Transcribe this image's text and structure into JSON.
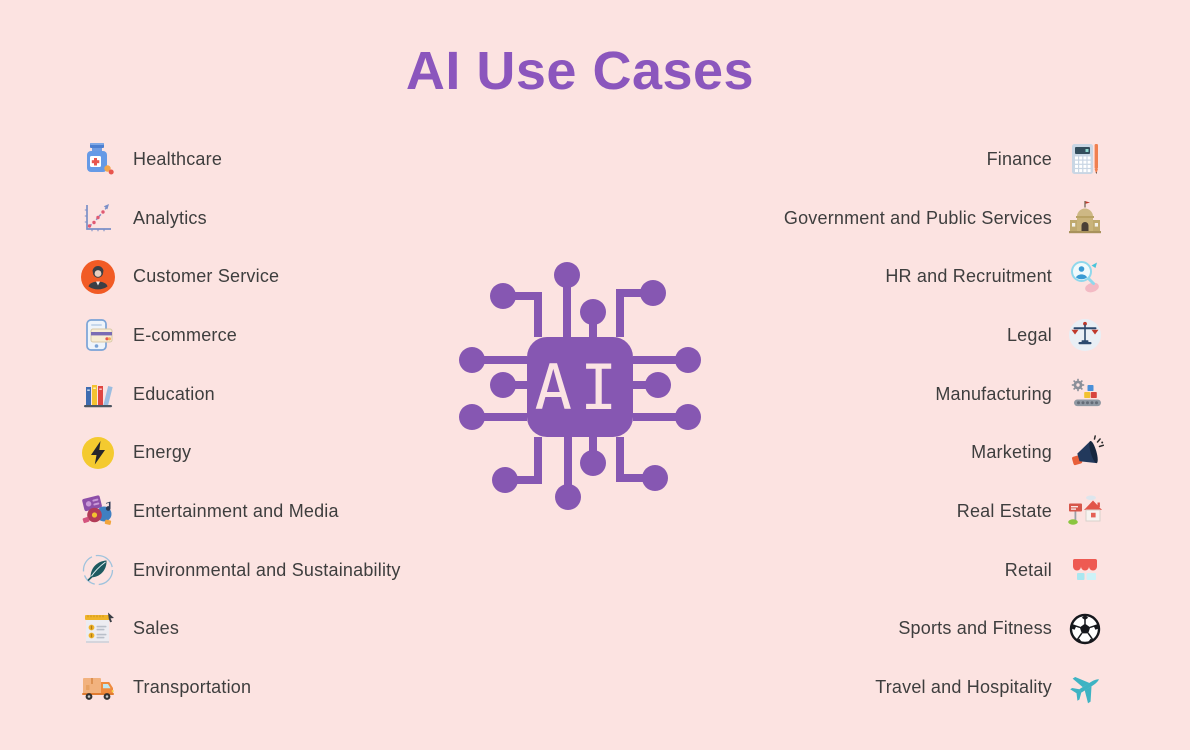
{
  "title": "AI Use Cases",
  "colors": {
    "background": "#fce3e1",
    "title_purple": "#8b56bd",
    "chip_purple": "#8657b2",
    "label_text": "#3e3e3e"
  },
  "center": {
    "icon": "ai-chip-icon",
    "label": "AI"
  },
  "left_column": [
    {
      "label": "Healthcare",
      "icon": "medicine-bottle-icon"
    },
    {
      "label": "Analytics",
      "icon": "line-chart-icon"
    },
    {
      "label": "Customer Service",
      "icon": "support-agent-icon"
    },
    {
      "label": "E-commerce",
      "icon": "phone-payment-icon"
    },
    {
      "label": "Education",
      "icon": "books-icon"
    },
    {
      "label": "Energy",
      "icon": "lightning-bolt-icon"
    },
    {
      "label": "Entertainment and Media",
      "icon": "media-collage-icon"
    },
    {
      "label": "Environmental and Sustainability",
      "icon": "leaf-circle-icon"
    },
    {
      "label": "Sales",
      "icon": "sales-document-icon"
    },
    {
      "label": "Transportation",
      "icon": "delivery-truck-icon"
    }
  ],
  "right_column": [
    {
      "label": "Finance",
      "icon": "calculator-icon"
    },
    {
      "label": "Government and Public Services",
      "icon": "government-building-icon"
    },
    {
      "label": "HR and Recruitment",
      "icon": "recruitment-search-icon"
    },
    {
      "label": "Legal",
      "icon": "justice-scale-icon"
    },
    {
      "label": "Manufacturing",
      "icon": "conveyor-belt-icon"
    },
    {
      "label": "Marketing",
      "icon": "megaphone-icon"
    },
    {
      "label": "Real Estate",
      "icon": "house-sale-icon"
    },
    {
      "label": "Retail",
      "icon": "storefront-icon"
    },
    {
      "label": "Sports and Fitness",
      "icon": "soccer-ball-icon"
    },
    {
      "label": "Travel and Hospitality",
      "icon": "airplane-icon"
    }
  ]
}
